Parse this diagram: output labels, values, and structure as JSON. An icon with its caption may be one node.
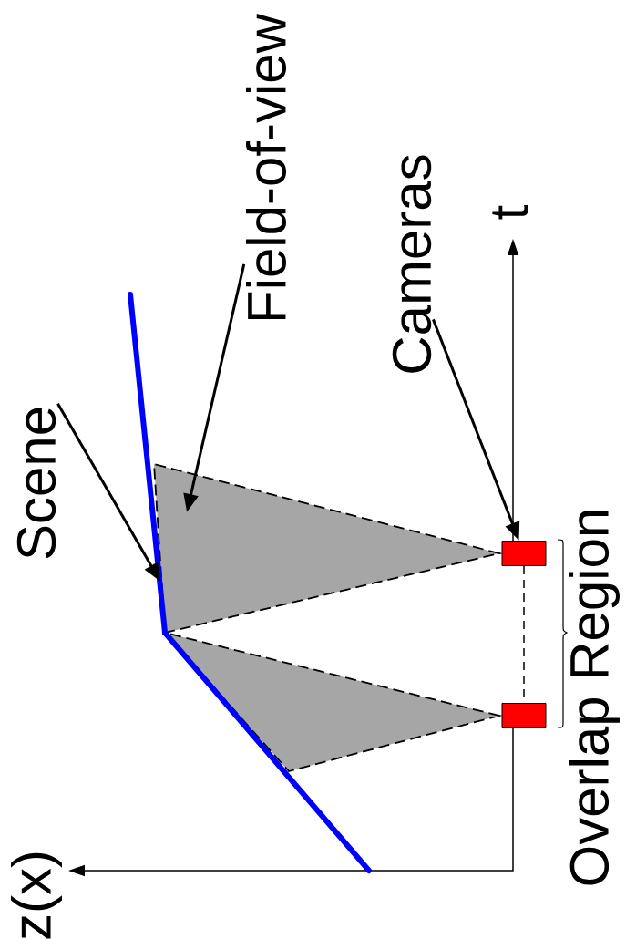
{
  "diagram": {
    "nodes": [
      {
        "text": [
          "Scene"
        ]
      },
      {
        "text": [
          "Field-of-view"
        ]
      },
      {
        "text": [
          "Cameras"
        ]
      },
      {
        "text": [],
        "shape": "box"
      },
      {
        "text": [],
        "shape": "box"
      },
      {
        "text": [],
        "shape": "triangle"
      },
      {
        "text": [],
        "shape": "triangle"
      },
      {
        "text": [],
        "shape": "line"
      },
      {
        "text": [],
        "shape": "line"
      }
    ],
    "edges": [
      {
        "from": 0,
        "to": 7,
        "arrow": "to"
      },
      {
        "from": 1,
        "to": 5,
        "arrow": "to"
      },
      {
        "from": 2,
        "to": 3,
        "arrow": "to"
      },
      {
        "from": 3,
        "to": 4,
        "arrow": "none",
        "style": "dashed"
      }
    ],
    "labels": [
      "t",
      "Overlap Region",
      "z(x)"
    ]
  }
}
